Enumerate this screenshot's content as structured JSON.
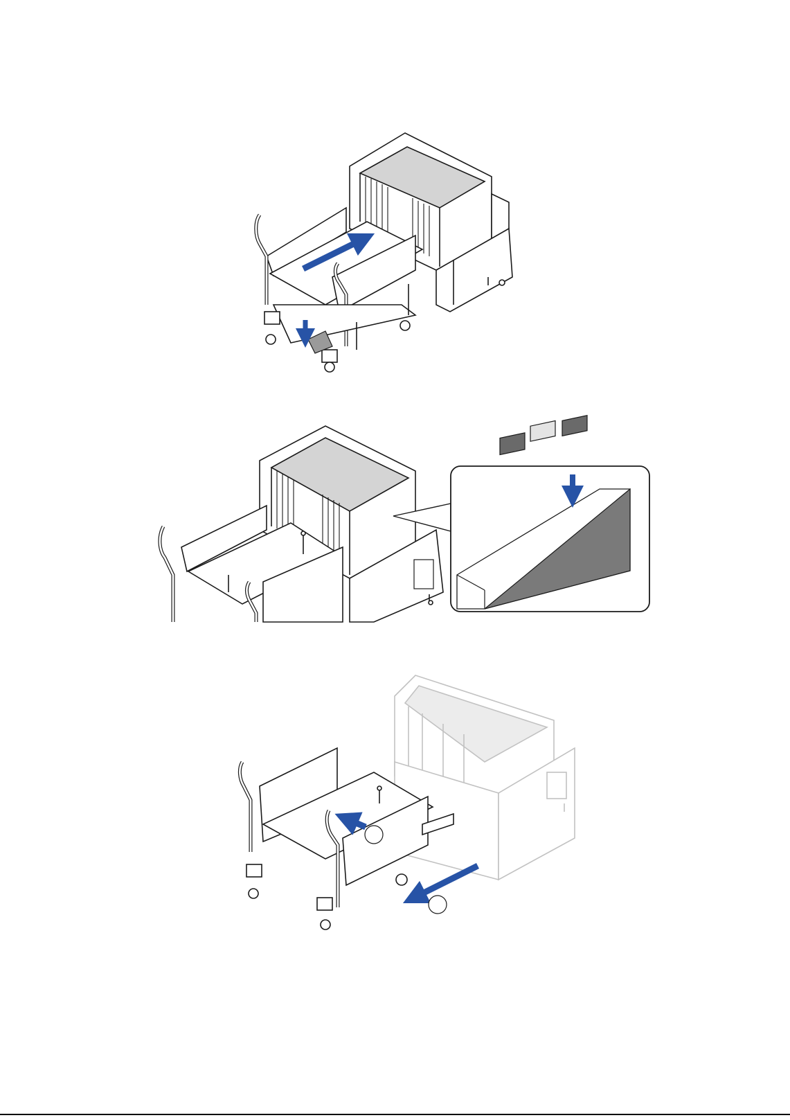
{
  "colors": {
    "accent_arrow": "#2753a6",
    "line": "#1a1a1a",
    "panel_gray": "#d0d0d0",
    "panel_dark": "#7a7a7a",
    "ghost_line": "#c2c2c2",
    "button_dark": "#6a6a6a",
    "button_light": "#e4e4e4"
  },
  "figures": [
    {
      "id": "step-1",
      "description_icon": "cart-push-in-and-foot-pedal"
    },
    {
      "id": "step-2",
      "description_icon": "cart-docked-with-button-callout"
    },
    {
      "id": "step-3",
      "description_icon": "cart-pull-out"
    }
  ],
  "callouts": {
    "step3_markers": [
      "",
      ""
    ]
  }
}
